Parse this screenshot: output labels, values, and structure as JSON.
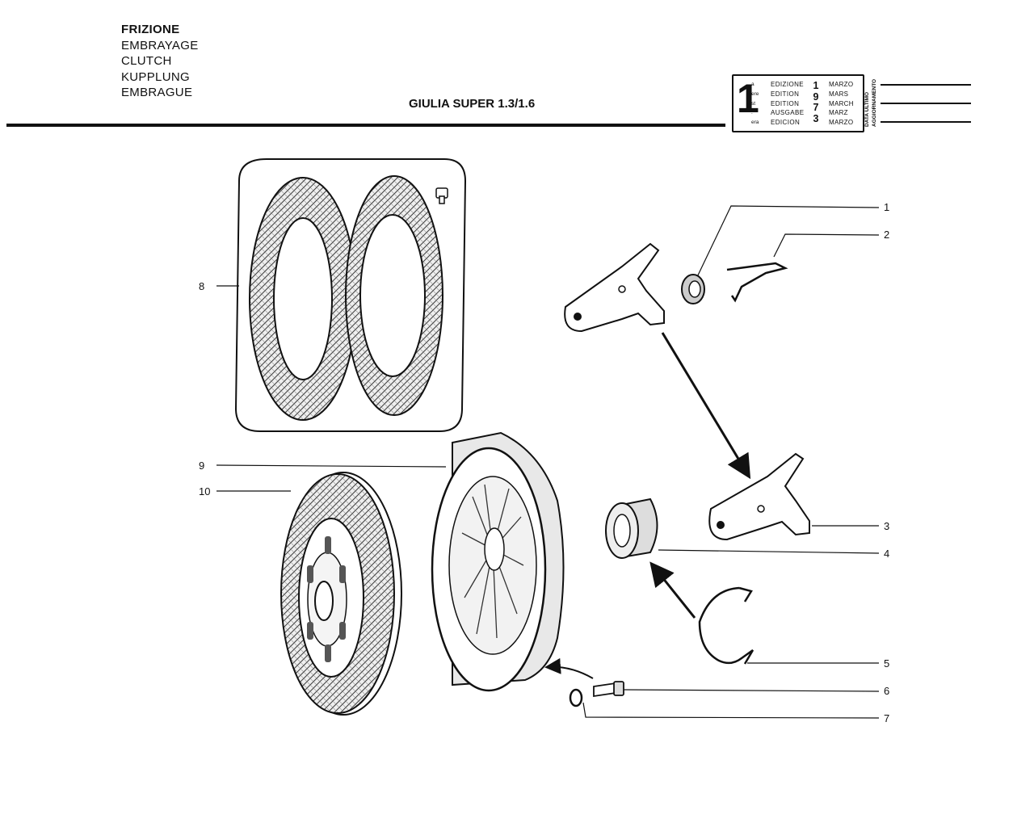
{
  "titles": [
    "FRIZIONE",
    "EMBRAYAGE",
    "CLUTCH",
    "KUPPLUNG",
    "EMBRAGUE"
  ],
  "model": "GIULIA SUPER 1.3/1.6",
  "edition": {
    "big_number": "1",
    "superscripts": [
      "a",
      "ere",
      "st",
      ".",
      "era"
    ],
    "labels": [
      "EDIZIONE",
      "EDITION",
      "EDITION",
      "AUSGABE",
      "EDICION"
    ],
    "year_digits": [
      "1",
      "9",
      "7",
      "3"
    ],
    "months": [
      "MARZO",
      "MARS",
      "MARCH",
      "MARZ",
      "MARZO"
    ],
    "data_label": [
      "DATA ULTIMO",
      "AGGIORNAMENTO"
    ]
  },
  "callouts": [
    "1",
    "2",
    "3",
    "4",
    "5",
    "6",
    "7",
    "8",
    "9",
    "10"
  ]
}
